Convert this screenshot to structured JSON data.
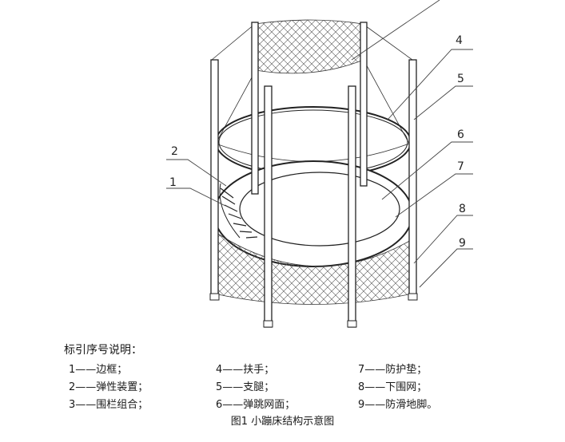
{
  "diagram": {
    "callout_numbers": [
      "4",
      "5",
      "6",
      "7",
      "8",
      "9",
      "2",
      "1"
    ]
  },
  "legend": {
    "title": "标引序号说明：",
    "items": [
      "1——边框；",
      "2——弹性装置；",
      "3——围栏组合；",
      "4——扶手；",
      "5——支腿；",
      "6——弹跳网面；",
      "7——防护垫；",
      "8——下围网；",
      "9——防滑地脚。"
    ]
  },
  "caption": "图1  小蹦床结构示意图"
}
